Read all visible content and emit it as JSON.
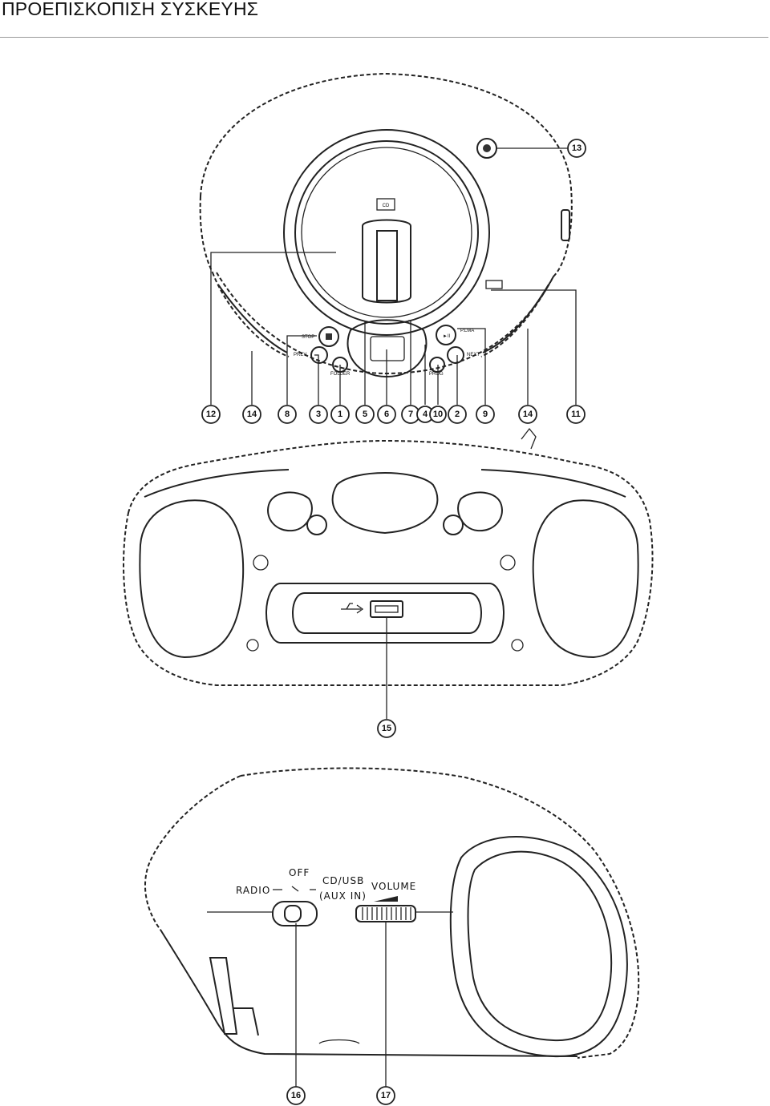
{
  "header": {
    "title": "ΠΡΟΕΠΙΣΚΟΠΙΣΗ ΣΥΣΚΕΥΗΣ"
  },
  "top_view": {
    "callouts_bottom": [
      "12",
      "14",
      "8",
      "3",
      "1",
      "5",
      "6",
      "7",
      "4",
      "10",
      "2",
      "9",
      "14",
      "11"
    ],
    "callout_top_right": "13",
    "button_labels": {
      "stop": "STOP",
      "prev": "PREV",
      "folder": "FOLDER",
      "play_pause": "►II",
      "play_mode": "P.LMA",
      "next": "NEXT",
      "prog": "PROG"
    }
  },
  "front_view": {
    "callout_usb": "15"
  },
  "side_view": {
    "labels": {
      "radio": "RADIO",
      "off": "OFF",
      "cd_usb": "CD/USB",
      "aux_in": "(AUX IN)",
      "volume": "VOLUME"
    },
    "callouts": [
      "16",
      "17"
    ]
  }
}
